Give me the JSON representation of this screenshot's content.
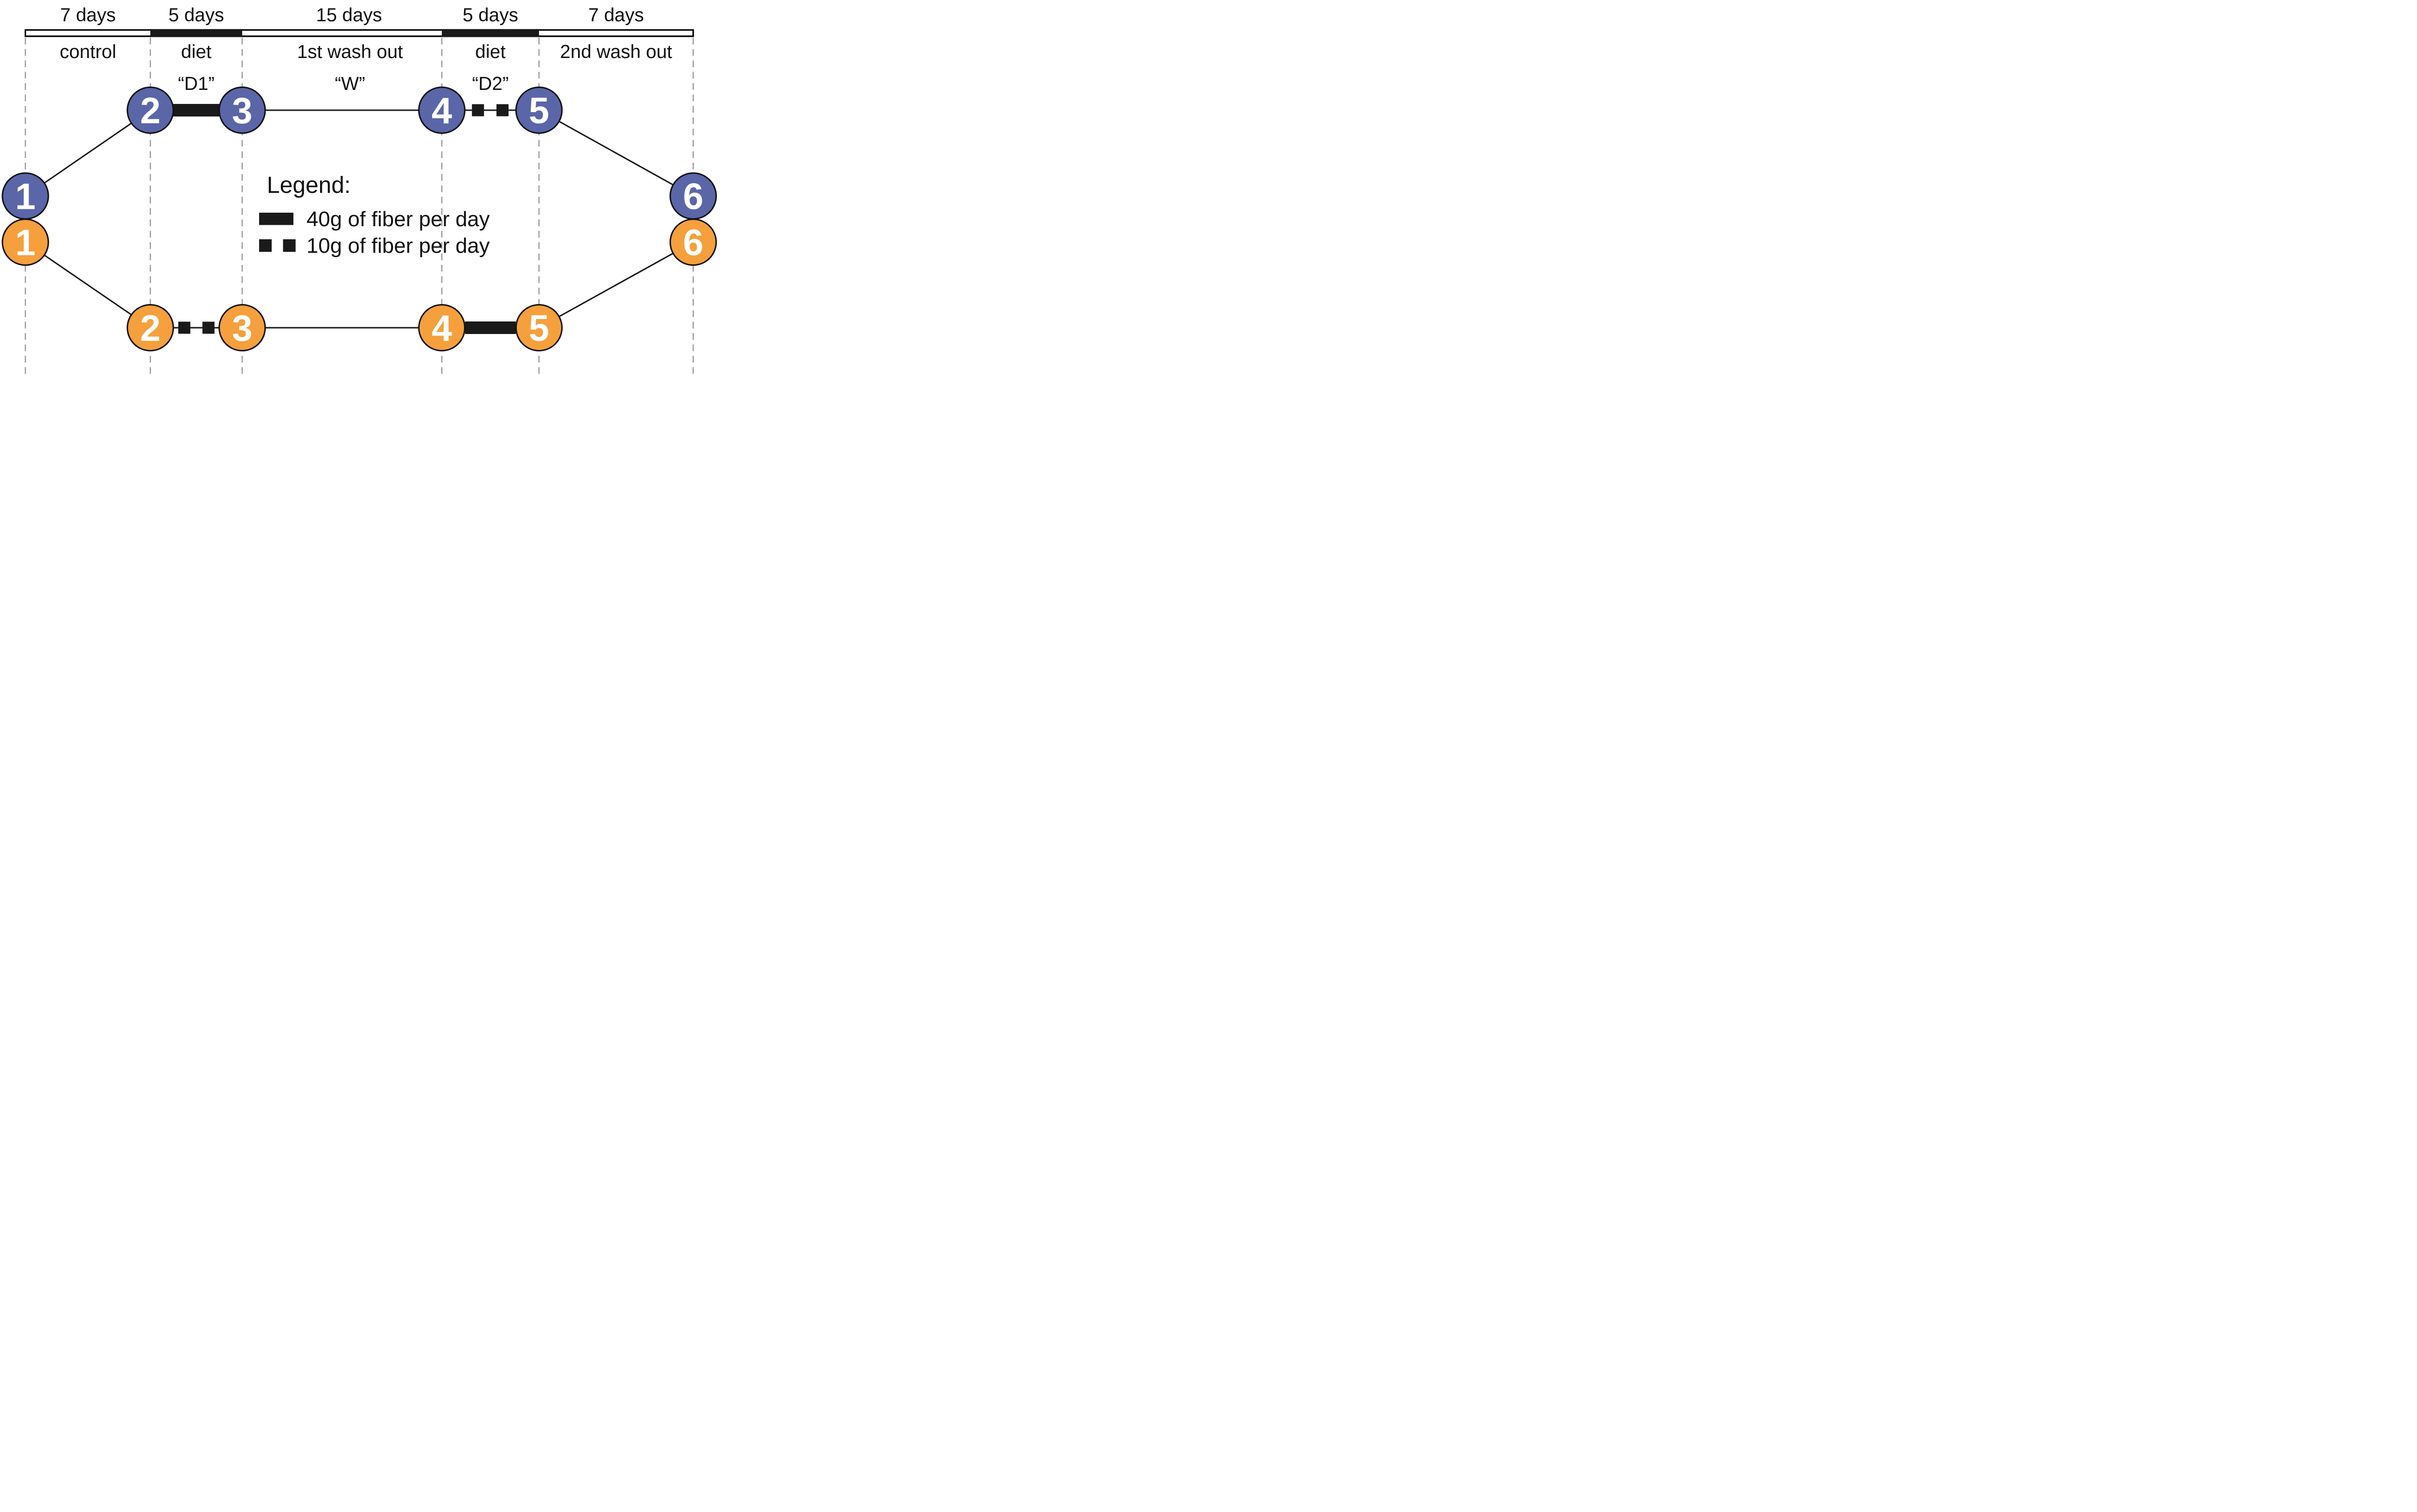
{
  "figure": {
    "title": "crossover fiber diet study design",
    "colors": {
      "arm_top_fill": "#5a66a8",
      "arm_bottom_fill": "#f5a03c",
      "connector_black": "#1a1a1a",
      "dashed_guide_gray": "#999999",
      "timeline_fill": "#ffffff",
      "timeline_border": "#000000",
      "node_number_text": "#ffffff"
    },
    "timeline": {
      "segments": [
        {
          "duration": "7 days",
          "phase": "control",
          "code": "",
          "bar": "white"
        },
        {
          "duration": "5 days",
          "phase": "diet",
          "code": "“D1”",
          "bar": "black"
        },
        {
          "duration": "15 days",
          "phase": "1st wash out",
          "code": "“W”",
          "bar": "white"
        },
        {
          "duration": "5 days",
          "phase": "diet",
          "code": "“D2”",
          "bar": "black"
        },
        {
          "duration": "7 days",
          "phase": "2nd wash out",
          "code": "",
          "bar": "white"
        }
      ]
    },
    "arms": {
      "top": {
        "nodes": [
          "1",
          "2",
          "3",
          "4",
          "5",
          "6"
        ],
        "connector_2_3": "thick-bar-40g",
        "connector_3_4": "thin-line",
        "connector_4_5": "two-squares-10g",
        "fill": "#5a66a8"
      },
      "bottom": {
        "nodes": [
          "1",
          "2",
          "3",
          "4",
          "5",
          "6"
        ],
        "connector_2_3": "two-squares-10g",
        "connector_3_4": "thin-line",
        "connector_4_5": "thick-bar-40g",
        "fill": "#f5a03c"
      }
    },
    "legend": {
      "title": "Legend:",
      "items": [
        {
          "swatch": "thick-bar",
          "label": "40g of fiber per day"
        },
        {
          "swatch": "two-squares",
          "label": "10g of fiber per day"
        }
      ]
    }
  }
}
